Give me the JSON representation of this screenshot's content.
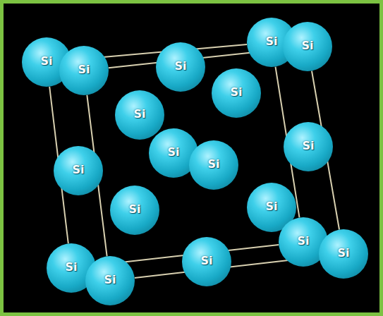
{
  "diagram": {
    "nodes": [
      {
        "text": [
          "Si"
        ]
      },
      {
        "text": [
          "Si"
        ]
      },
      {
        "text": [
          "Si"
        ]
      },
      {
        "text": [
          "Si"
        ]
      },
      {
        "text": [
          "Si"
        ]
      },
      {
        "text": [
          "Si"
        ]
      },
      {
        "text": [
          "Si"
        ]
      },
      {
        "text": [
          "Si"
        ]
      },
      {
        "text": [
          "Si"
        ]
      },
      {
        "text": [
          "Si"
        ]
      },
      {
        "text": [
          "Si"
        ]
      },
      {
        "text": [
          "Si"
        ]
      },
      {
        "text": [
          "Si"
        ]
      },
      {
        "text": [
          "Si"
        ]
      },
      {
        "text": [
          "Si"
        ]
      },
      {
        "text": [
          "Si"
        ]
      },
      {
        "text": [
          "Si"
        ]
      },
      {
        "text": [
          "Si"
        ]
      }
    ],
    "edges": [
      {
        "from": 2,
        "to": 0,
        "arrow": "none"
      },
      {
        "from": 0,
        "to": 13,
        "arrow": "none"
      },
      {
        "from": 13,
        "to": 16,
        "arrow": "none"
      },
      {
        "from": 16,
        "to": 2,
        "arrow": "none"
      },
      {
        "from": 4,
        "to": 1,
        "arrow": "none"
      },
      {
        "from": 1,
        "to": 14,
        "arrow": "none"
      },
      {
        "from": 14,
        "to": 17,
        "arrow": "none"
      },
      {
        "from": 17,
        "to": 4,
        "arrow": "none"
      }
    ]
  }
}
